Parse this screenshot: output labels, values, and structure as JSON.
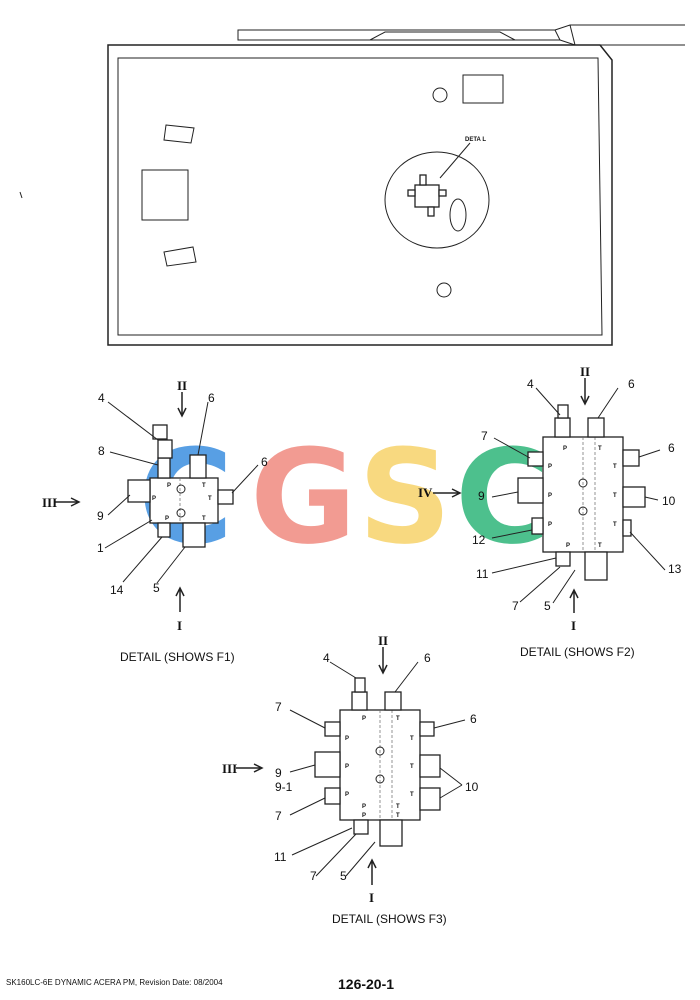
{
  "footer": {
    "model_revision": "SK160LC-6E DYNAMIC ACERA PM, Revision Date: 08/2004",
    "page_number": "126-20-1"
  },
  "overview": {
    "detail_label": "DETA L"
  },
  "watermark": {
    "letters": [
      "C",
      "G",
      "S",
      "C"
    ],
    "colors": [
      "#3b8fe0",
      "#f08a80",
      "#f7d36a",
      "#2fb67a"
    ]
  },
  "details": [
    {
      "caption": "DETAIL (SHOWS F1)",
      "callouts": [
        "4",
        "8",
        "9",
        "1",
        "14",
        "5",
        "6",
        "6"
      ],
      "views": [
        "II",
        "III",
        "I"
      ],
      "ports": [
        "P",
        "T",
        "P",
        "T",
        "P",
        "T"
      ]
    },
    {
      "caption": "DETAIL (SHOWS F2)",
      "callouts": [
        "4",
        "6",
        "7",
        "6",
        "9",
        "10",
        "12",
        "11",
        "13",
        "7",
        "5"
      ],
      "views": [
        "II",
        "IV",
        "I"
      ],
      "ports": [
        "P",
        "T",
        "P",
        "T",
        "P",
        "T",
        "P",
        "T",
        "P",
        "T"
      ]
    },
    {
      "caption": "DETAIL (SHOWS F3)",
      "callouts": [
        "4",
        "6",
        "7",
        "6",
        "9",
        "9-1",
        "10",
        "7",
        "11",
        "7",
        "5"
      ],
      "views": [
        "II",
        "III",
        "I"
      ],
      "ports": [
        "P",
        "T",
        "P",
        "T",
        "P",
        "T",
        "P",
        "T",
        "P",
        "T",
        "P",
        "T"
      ]
    }
  ]
}
